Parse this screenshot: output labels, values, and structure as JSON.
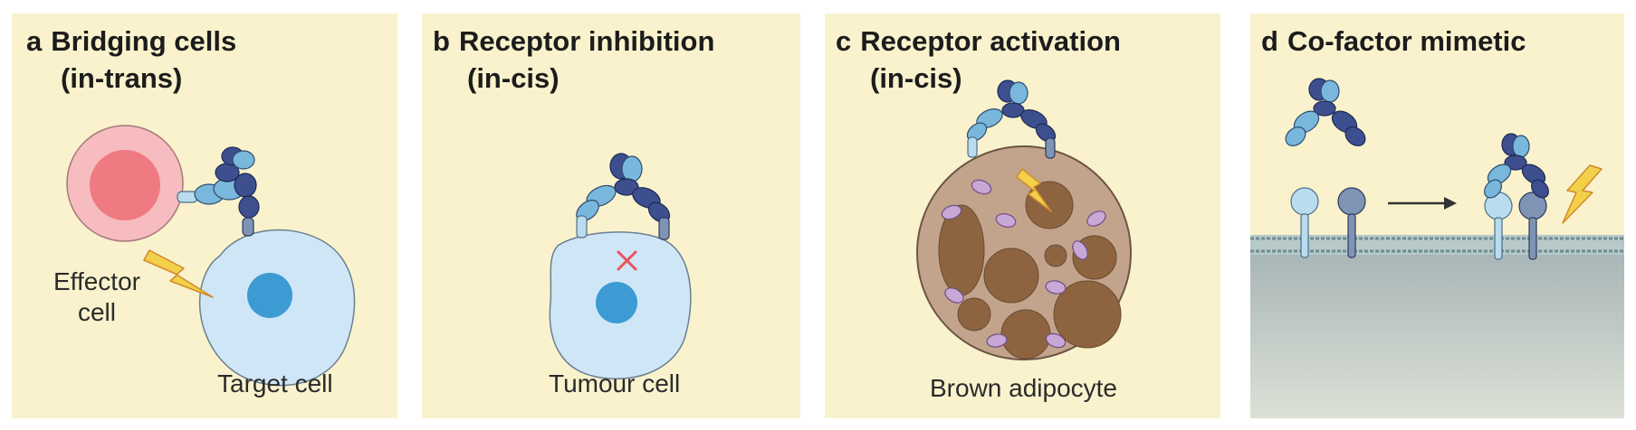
{
  "panels": [
    {
      "letter": "a",
      "title": "Bridging cells",
      "subtitle": "(in-trans)",
      "labels": {
        "effector_line1": "Effector",
        "effector_line2": "cell",
        "target": "Target cell"
      }
    },
    {
      "letter": "b",
      "title": "Receptor inhibition",
      "subtitle": "(in-cis)",
      "labels": {
        "tumour": "Tumour cell"
      }
    },
    {
      "letter": "c",
      "title": "Receptor activation",
      "subtitle": "(in-cis)",
      "labels": {
        "adipocyte": "Brown adipocyte"
      }
    },
    {
      "letter": "d",
      "title": "Co-factor mimetic",
      "subtitle": "",
      "labels": {}
    }
  ],
  "colors": {
    "panel_bg": "#f9f2cd",
    "antibody_light": "#7ab7dc",
    "antibody_dark": "#3d4f8f",
    "effector_cell": "#f6bcbf",
    "effector_core": "#ef6f76",
    "target_cell": "#cfe6f7",
    "nucleus": "#3c9bd3",
    "inhibition_mark": "#e8545c",
    "signal": "#f3d04a",
    "adipocyte": "#c2a48d",
    "lipid_droplet": "#8e6440",
    "membrane": "#98b4b9",
    "cytoplasm": "#a9b6b7"
  },
  "icons": [
    "lightning-icon",
    "cross-icon",
    "arrow-icon",
    "antibody-icon",
    "mitochondrion-icon"
  ]
}
